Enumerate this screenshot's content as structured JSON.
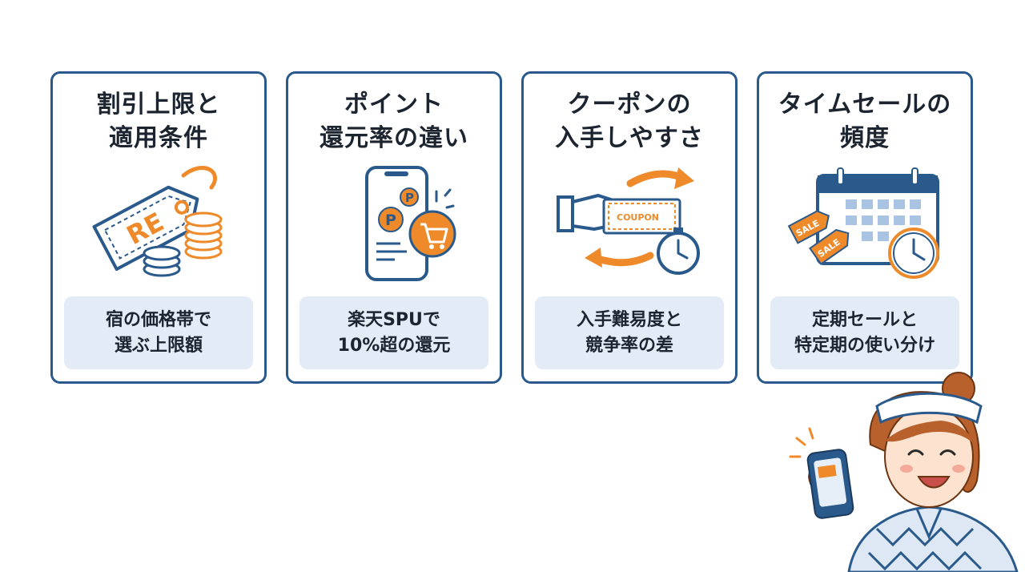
{
  "cards": [
    {
      "title_line1": "割引上限と",
      "title_line2": "適用条件",
      "caption_line1": "宿の価格帯で",
      "caption_line2": "選ぶ上限額",
      "tag_text": "RE",
      "icon": "price-tag-coins-icon"
    },
    {
      "title_line1": "ポイント",
      "title_line2": "還元率の違い",
      "caption_line1": "楽天SPUで",
      "caption_line2": "10%超の還元",
      "point_badge": "P",
      "icon": "phone-points-cart-icon"
    },
    {
      "title_line1": "クーポンの",
      "title_line2": "入手しやすさ",
      "caption_line1": "入手難易度と",
      "caption_line2": "競争率の差",
      "coupon_text": "COUPON",
      "icon": "hand-coupon-stopwatch-icon"
    },
    {
      "title_line1": "タイムセールの",
      "title_line2": "頻度",
      "caption_line1": "定期セールと",
      "caption_line2": "特定期の使い分け",
      "sale_text": "SALE",
      "icon": "calendar-sale-clock-icon"
    }
  ],
  "colors": {
    "border": "#2a5a8c",
    "accent": "#ef8a2b",
    "caption_bg": "#e3ecf6",
    "text": "#1c2430"
  },
  "mascot": {
    "icon": "woman-with-phone-illustration"
  }
}
